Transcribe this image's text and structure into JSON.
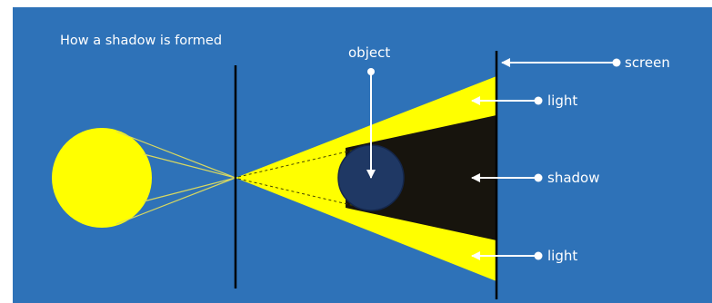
{
  "title": "How a shadow is formed",
  "labels": {
    "object": "object",
    "screen": "screen",
    "light_top": "light",
    "shadow": "shadow",
    "light_bottom": "light"
  },
  "colors": {
    "background": "#2E72B8",
    "light": "#FFFF00",
    "shadow": "#17140D",
    "object": "#1F3864",
    "line": "#000000",
    "arrow": "#FFFFFF"
  }
}
